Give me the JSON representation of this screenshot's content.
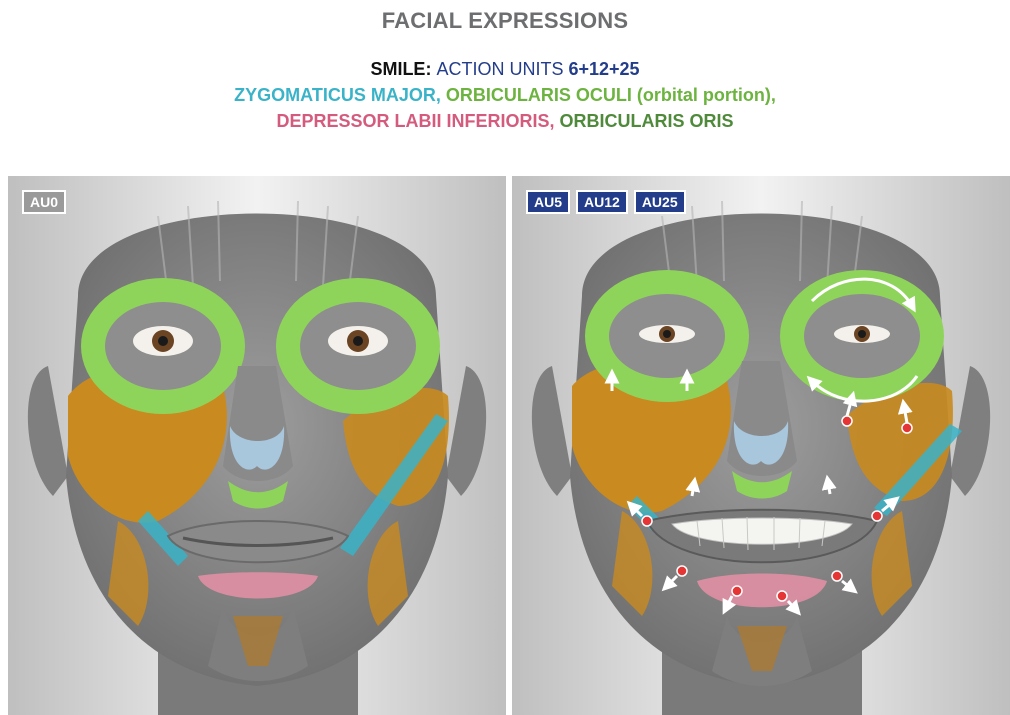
{
  "title": "FACIAL EXPRESSIONS",
  "header": {
    "smile_label": "SMILE:",
    "action_units_label": "ACTION UNITS",
    "action_units_value": "6+12+25",
    "muscle_zygomaticus": "ZYGOMATICUS MAJOR,",
    "muscle_orbicularis_oculi": "ORBICULARIS OCULI (orbital portion),",
    "muscle_depressor": "DEPRESSOR LABII INFERIORIS,",
    "muscle_orbicularis_oris": "ORBICULARIS ORIS"
  },
  "panels": {
    "left": {
      "badges": [
        "AU0"
      ]
    },
    "right": {
      "badges": [
        "AU5",
        "AU12",
        "AU25"
      ]
    }
  },
  "colors": {
    "title_grey": "#6d6e70",
    "black": "#111111",
    "au_blue": "#233d8b",
    "zygomaticus_teal": "#3ab3c8",
    "orbicularis_oculi_green": "#6cb33f",
    "depressor_pink": "#d45b7d",
    "orbicularis_oris_green": "#4f8a3a",
    "muscle_grey": "#8e8e8e",
    "fat_orange": "#c98a1f",
    "contraction_dot": "#e53535"
  }
}
